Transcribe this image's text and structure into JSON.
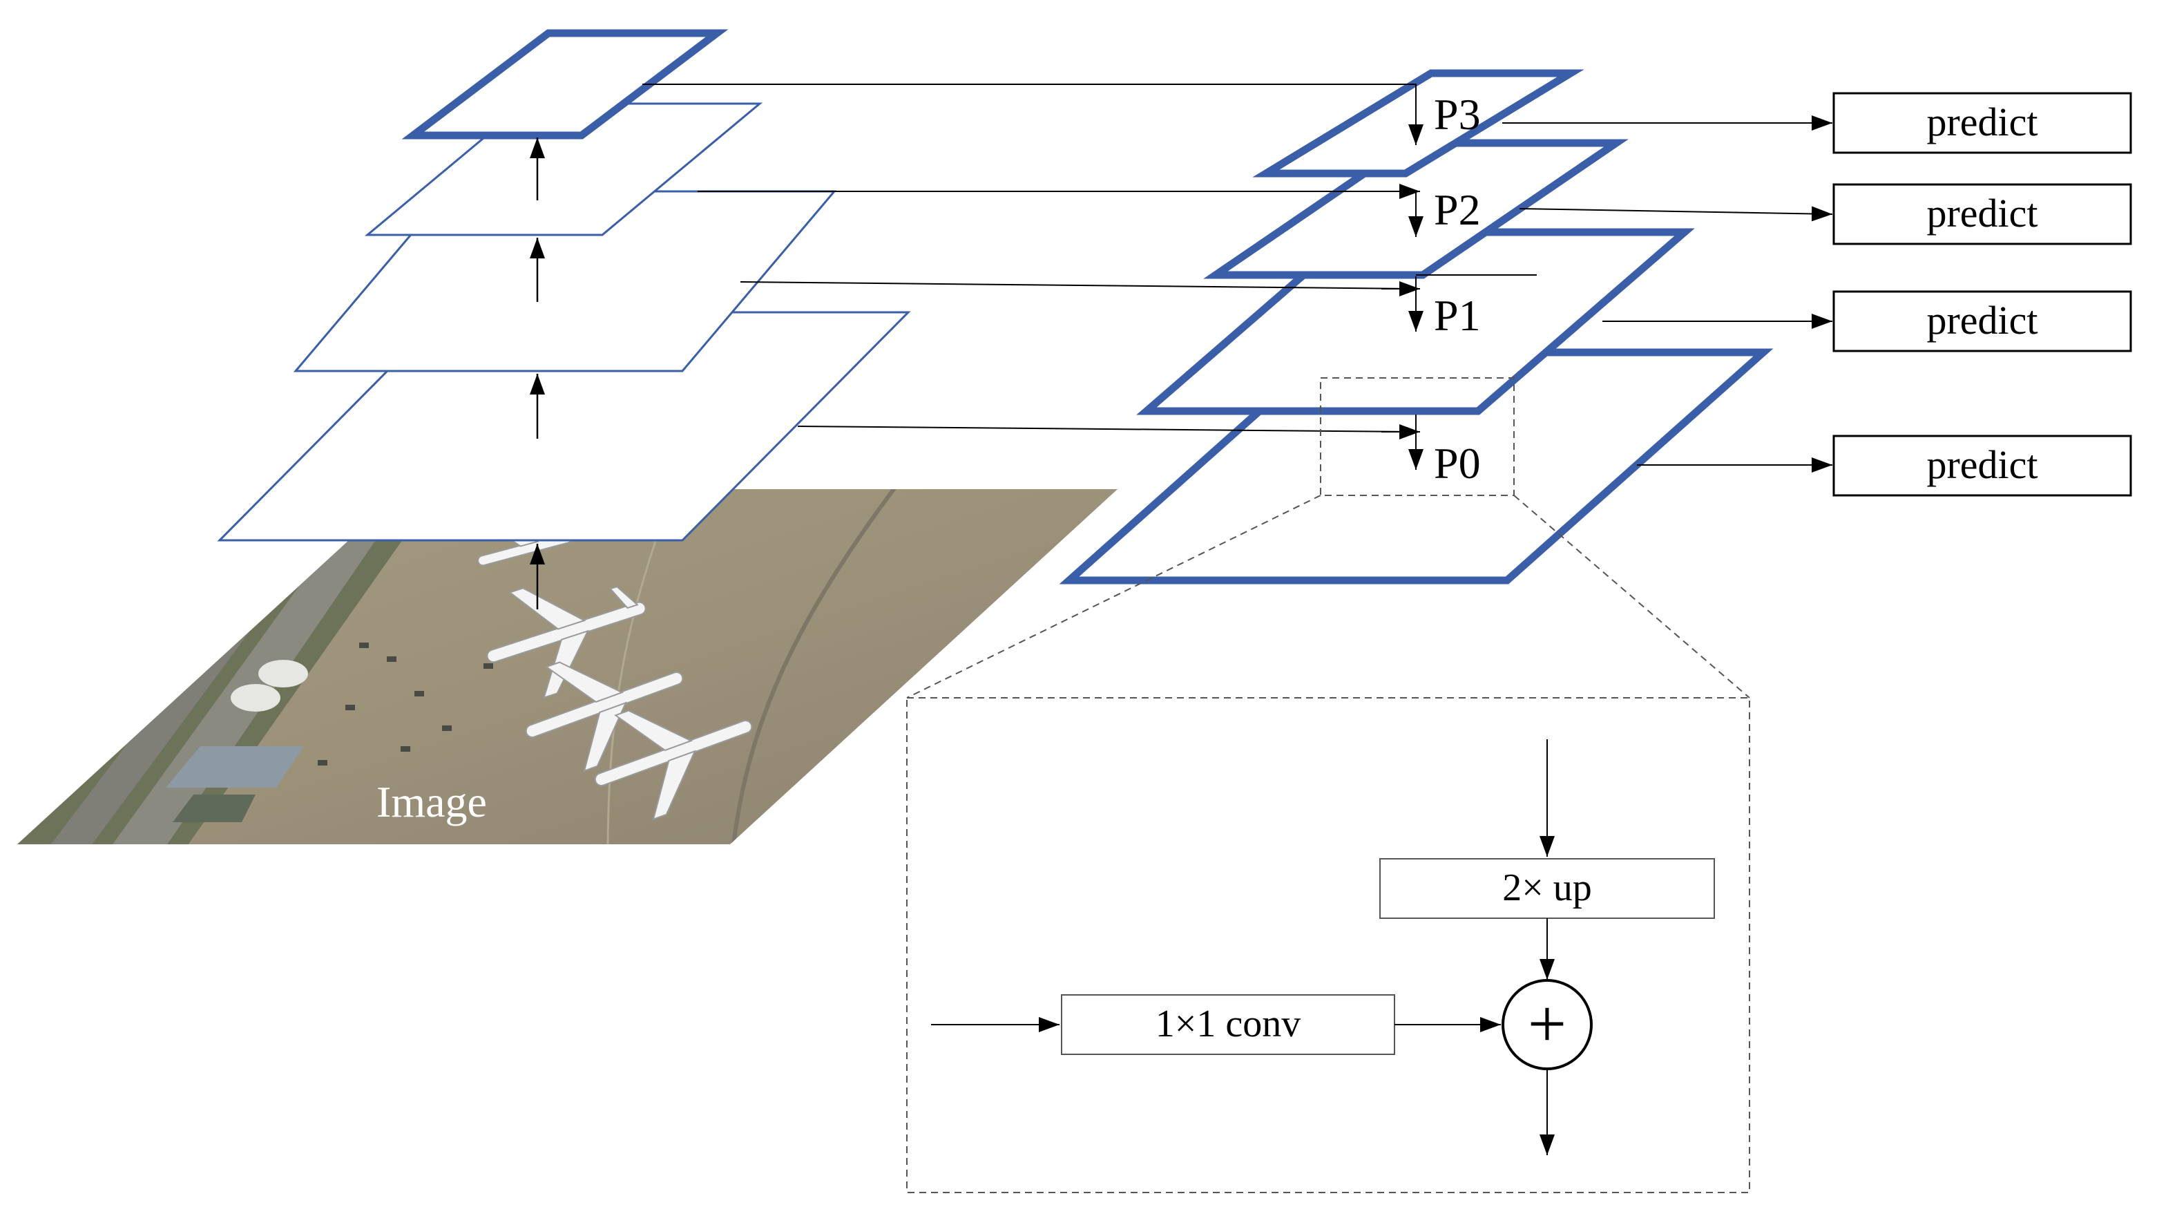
{
  "image_label": "Image",
  "pyramid_levels": [
    {
      "label": "P3",
      "predict_label": "predict"
    },
    {
      "label": "P2",
      "predict_label": "predict"
    },
    {
      "label": "P1",
      "predict_label": "predict"
    },
    {
      "label": "P0",
      "predict_label": "predict"
    }
  ],
  "detail": {
    "upsample_label": "2× up",
    "conv_label": "1×1 conv",
    "merge_symbol": "+"
  },
  "colors": {
    "pyramid_blue": "#3a5ea8",
    "line_black": "#000000",
    "detail_dashed": "#555555"
  }
}
